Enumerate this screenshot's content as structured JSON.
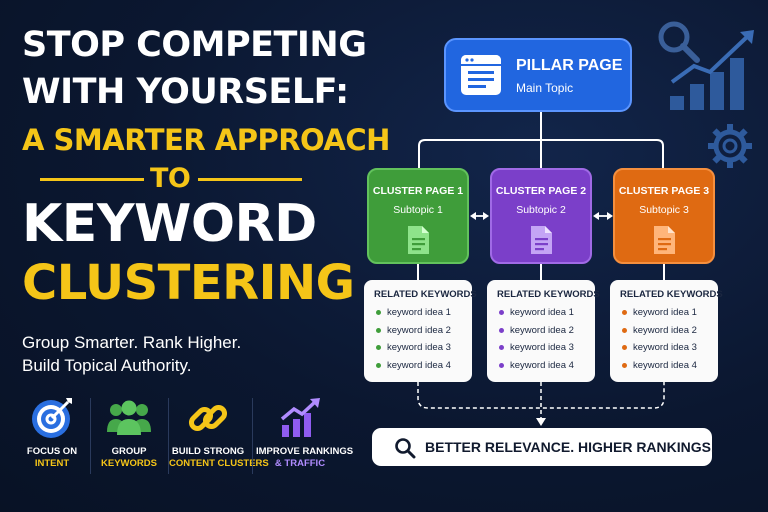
{
  "headline": {
    "line1": "STOP COMPETING",
    "line2": "WITH YOURSELF:",
    "line3": "A SMARTER APPROACH",
    "line4": "TO",
    "line5": "KEYWORD",
    "line6": "CLUSTERING"
  },
  "tagline": {
    "line1": "Group Smarter. Rank Higher.",
    "line2": "Build Topical Authority."
  },
  "features": [
    {
      "icon": "target-icon",
      "line1": "FOCUS ON",
      "line2": "INTENT"
    },
    {
      "icon": "users-icon",
      "line1": "GROUP",
      "line2": "KEYWORDS"
    },
    {
      "icon": "link-icon",
      "line1": "BUILD STRONG",
      "line2": "CONTENT CLUSTERS"
    },
    {
      "icon": "growth-chart-icon",
      "line1": "IMPROVE RANKINGS",
      "line2": "& TRAFFIC"
    }
  ],
  "pillar": {
    "title": "PILLAR PAGE",
    "subtitle": "Main Topic",
    "icon": "webpage-icon"
  },
  "clusters": [
    {
      "title": "CLUSTER PAGE 1",
      "subtitle": "Subtopic 1",
      "color": "#3f9d3a",
      "icon": "document-icon"
    },
    {
      "title": "CLUSTER PAGE 2",
      "subtitle": "Subtopic 2",
      "color": "#7b3fc9",
      "icon": "document-icon"
    },
    {
      "title": "CLUSTER PAGE 3",
      "subtitle": "Subtopic 3",
      "color": "#df6a12",
      "icon": "document-icon"
    }
  ],
  "keyword_boxes": [
    {
      "title": "RELATED KEYWORDS",
      "dot_color": "#3f9d3a",
      "items": [
        "keyword idea 1",
        "keyword idea 2",
        "keyword idea 3",
        "keyword idea 4"
      ]
    },
    {
      "title": "RELATED KEYWORDS",
      "dot_color": "#7b3fc9",
      "items": [
        "keyword idea 1",
        "keyword idea 2",
        "keyword idea 3",
        "keyword idea 4"
      ]
    },
    {
      "title": "RELATED KEYWORDS",
      "dot_color": "#df6a12",
      "items": [
        "keyword idea 1",
        "keyword idea 2",
        "keyword idea 3",
        "keyword idea 4"
      ]
    }
  ],
  "result": {
    "text": "BETTER RELEVANCE. HIGHER RANKINGS.",
    "icon": "search-icon"
  },
  "decor": [
    "magnifier-icon",
    "bar-chart-icon",
    "gear-icon"
  ],
  "colors": {
    "background": "#0b1730",
    "accent_yellow": "#f5c518",
    "pillar_blue": "#2166e0"
  }
}
